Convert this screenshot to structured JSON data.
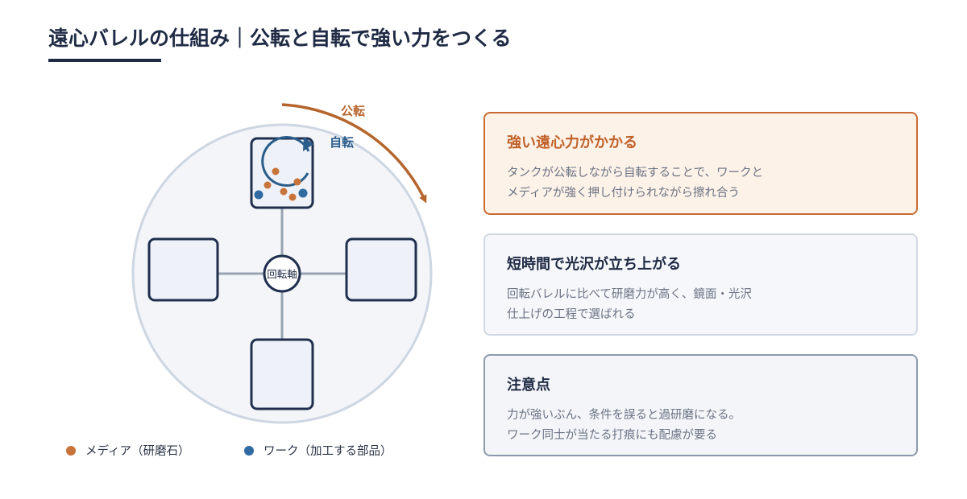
{
  "header": {
    "title": "遠心バレルの仕組み｜公転と自転で強い力をつくる"
  },
  "diagram": {
    "revolution_label": "公転",
    "rotation_label": "自転",
    "axis_label": "回転軸",
    "colors": {
      "revolution": "#b5652c",
      "rotation": "#2b5d8a",
      "tank_border": "#1f2f4d",
      "drum_fill": "#f3f5f9",
      "drum_border": "#cdd6e1",
      "arm": "#98a3b3"
    },
    "media_dot_color": "#c8733a",
    "work_dot_color": "#2f6aa0"
  },
  "legend": {
    "items": [
      {
        "label": "メディア（研磨石）",
        "color": "#c8733a"
      },
      {
        "label": "ワーク（加工する部品）",
        "color": "#2f6aa0"
      }
    ]
  },
  "cards": [
    {
      "title": "強い遠心力がかかる",
      "lines": [
        "タンクが公転しながら自転することで、ワークと",
        "メディアが強く押し付けられながら擦れ合う"
      ]
    },
    {
      "title": "短時間で光沢が立ち上がる",
      "lines": [
        "回転バレルに比べて研磨力が高く、鏡面・光沢",
        "仕上げの工程で選ばれる"
      ]
    },
    {
      "title": "注意点",
      "lines": [
        "力が強いぶん、条件を誤ると過研磨になる。",
        "ワーク同士が当たる打痕にも配慮が要る"
      ]
    }
  ]
}
